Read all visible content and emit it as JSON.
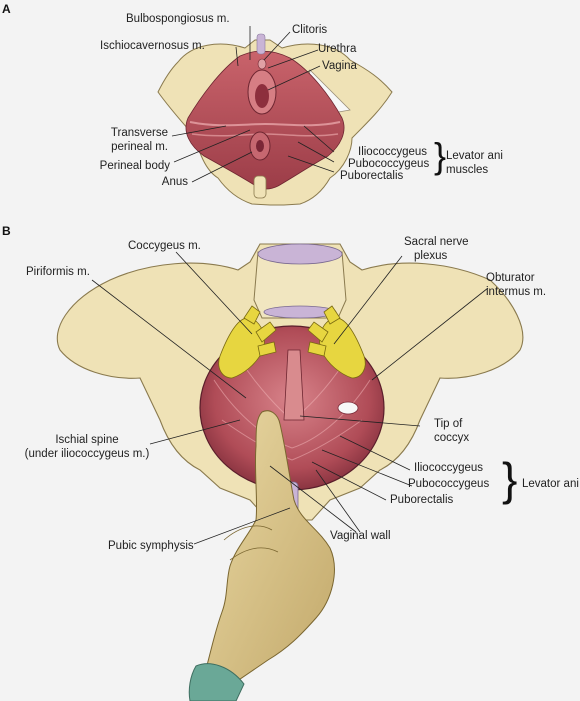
{
  "panel_a": {
    "letter": "A",
    "labels": {
      "bulbospongiosus": "Bulbospongiosus m.",
      "clitoris": "Clitoris",
      "ischiocavernosus": "Ischiocavernosus m.",
      "urethra": "Urethra",
      "vagina": "Vagina",
      "transverse_perineal_1": "Transverse",
      "transverse_perineal_2": "perineal m.",
      "perineal_body": "Perineal body",
      "anus": "Anus",
      "iliococcygeus": "Iliococcygeus",
      "pubococcygeus": "Pubococcygeus",
      "puborectalis": "Puborectalis",
      "levator_ani_1": "Levator ani",
      "levator_ani_2": "muscles"
    }
  },
  "panel_b": {
    "letter": "B",
    "labels": {
      "coccygeus": "Coccygeus m.",
      "sacral_nerve_1": "Sacral nerve",
      "sacral_nerve_2": "plexus",
      "piriformis": "Piriformis m.",
      "obturator_1": "Obturator",
      "obturator_2": "intermus m.",
      "ischial_spine_1": "Ischial spine",
      "ischial_spine_2": "(under iliococcygeus m.)",
      "tip_coccyx_1": "Tip of",
      "tip_coccyx_2": "coccyx",
      "iliococcygeus": "Iliococcygeus",
      "pubococcygeus": "Pubococcygeus",
      "puborectalis": "Puborectalis",
      "levator_ani": "Levator ani",
      "pubic_symphysis": "Pubic symphysis",
      "vaginal_wall": "Vaginal wall"
    }
  },
  "colors": {
    "bone": "#efe2b6",
    "bone_outline": "#8a7a4e",
    "muscle": "#b8505a",
    "muscle_light": "#d98b8e",
    "nerve": "#e7d640",
    "cartilage": "#c9b4d6",
    "glove": "#d8c48a",
    "sleeve": "#6aa897"
  }
}
